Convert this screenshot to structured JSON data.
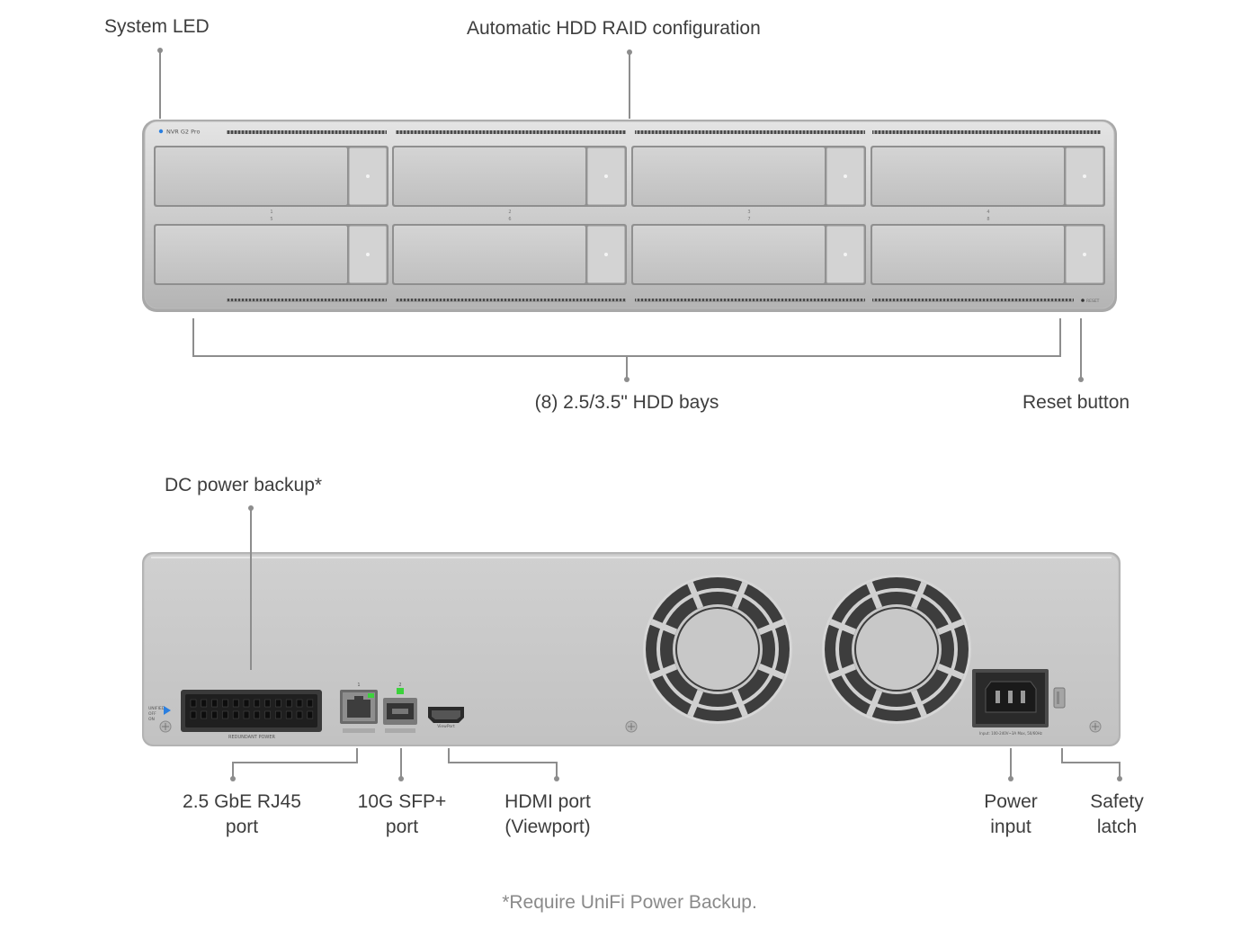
{
  "front": {
    "labels": {
      "system_led": "System LED",
      "raid": "Automatic HDD RAID configuration",
      "bays": "(8) 2.5/3.5\" HDD bays",
      "reset": "Reset button"
    },
    "device_badge": "NVR G2 Pro",
    "bay_numbers_top": [
      "1",
      "2",
      "3",
      "4"
    ],
    "bay_numbers_bottom": [
      "5",
      "6",
      "7",
      "8"
    ],
    "reset_mark": "RESET"
  },
  "rear": {
    "labels": {
      "dc_backup": "DC power backup*",
      "rj45_line1": "2.5 GbE RJ45",
      "rj45_line2": "port",
      "sfp_line1": "10G SFP+",
      "sfp_line2": "port",
      "hdmi_line1": "HDMI port",
      "hdmi_line2": "(Viewport)",
      "power_line1": "Power",
      "power_line2": "input",
      "latch_line1": "Safety",
      "latch_line2": "latch"
    },
    "silkscreen": {
      "redundant_power": "REDUNDANT POWER",
      "port1": "1",
      "port2": "2",
      "viewport": "ViewPort",
      "power_rating": "Input: 100-240V~3A Max, 50/60Hz",
      "switch_text": [
        "UNIFIED",
        "OFF",
        "ON"
      ]
    }
  },
  "footnote": "*Require UniFi Power Backup.",
  "colors": {
    "chassis": "#c4c4c4",
    "chassis_edge": "#9a9a9a",
    "line": "#8d8d8d",
    "led_green": "#3bd23b",
    "led_blue": "#2a7fe0"
  }
}
